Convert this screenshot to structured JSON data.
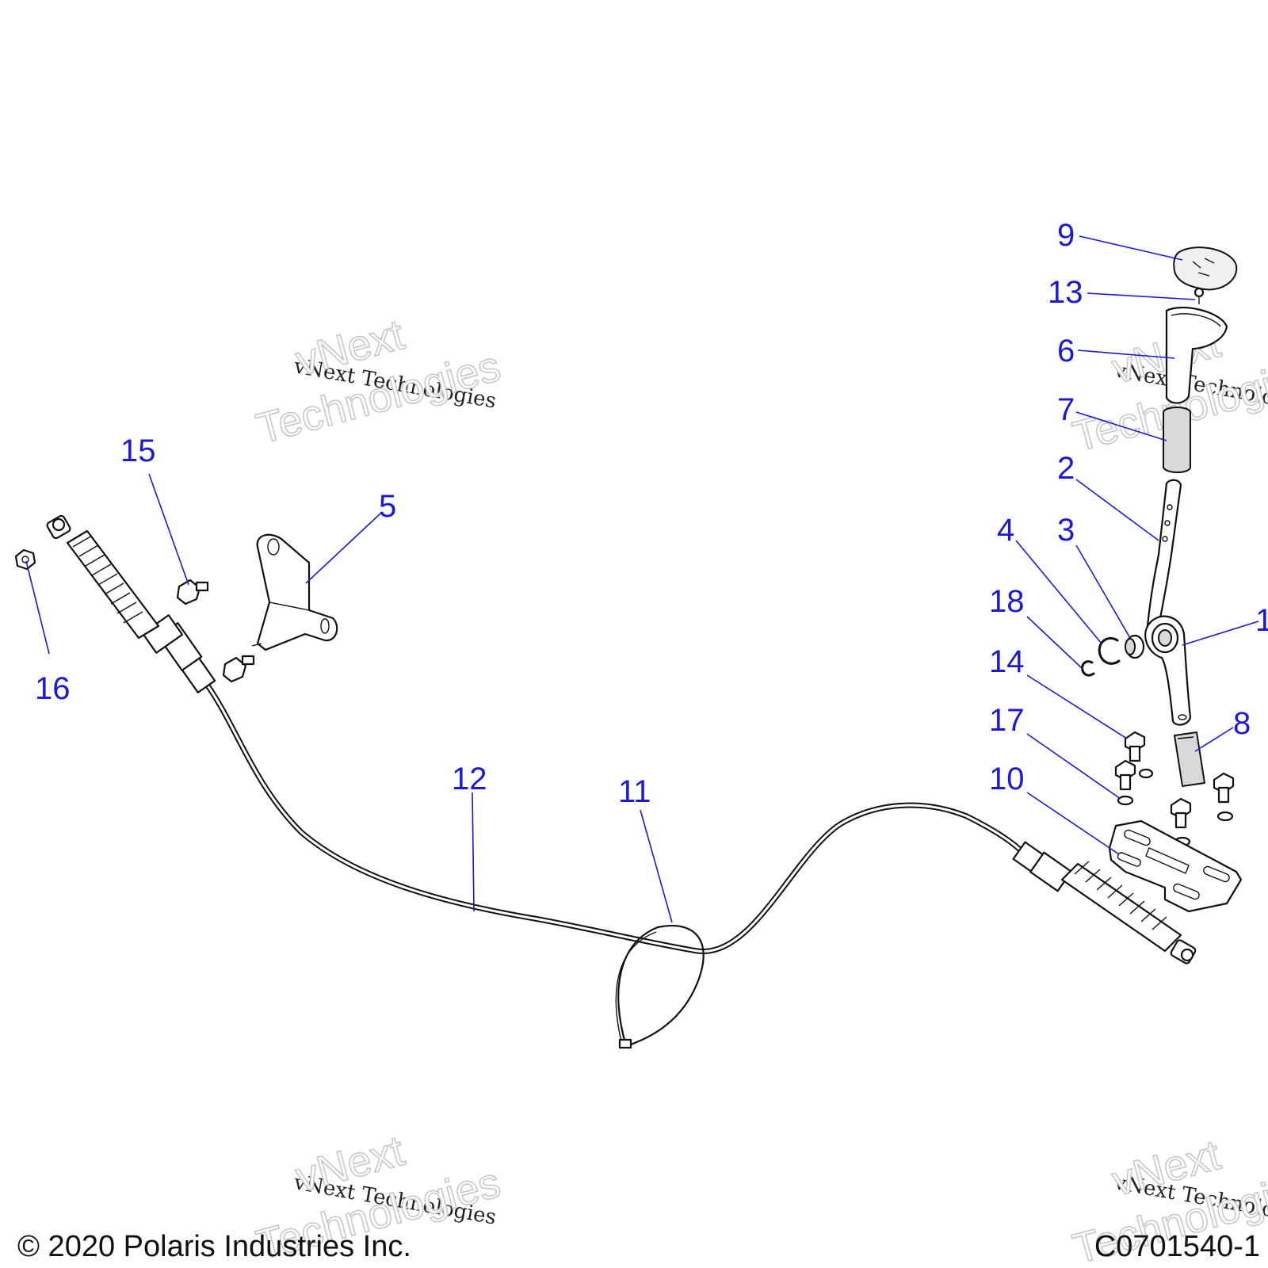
{
  "callouts": [
    {
      "label": "9"
    },
    {
      "label": "13"
    },
    {
      "label": "6"
    },
    {
      "label": "7"
    },
    {
      "label": "2"
    },
    {
      "label": "4"
    },
    {
      "label": "3"
    },
    {
      "label": "1"
    },
    {
      "label": "18"
    },
    {
      "label": "14"
    },
    {
      "label": "17"
    },
    {
      "label": "10"
    },
    {
      "label": "8"
    },
    {
      "label": "15"
    },
    {
      "label": "5"
    },
    {
      "label": "16"
    },
    {
      "label": "12"
    },
    {
      "label": "11"
    }
  ],
  "watermark": {
    "line_serif": "vNext Technologies",
    "line_outline_1": "vNext",
    "line_outline_2": "Technologies"
  },
  "footer": {
    "copyright": "© 2020 Polaris Industries Inc.",
    "drawing_number": "C0701540-1"
  },
  "colors": {
    "callout": "#1a1ad6",
    "line_art": "#111111",
    "watermark_outline": "#c8c8c8"
  }
}
